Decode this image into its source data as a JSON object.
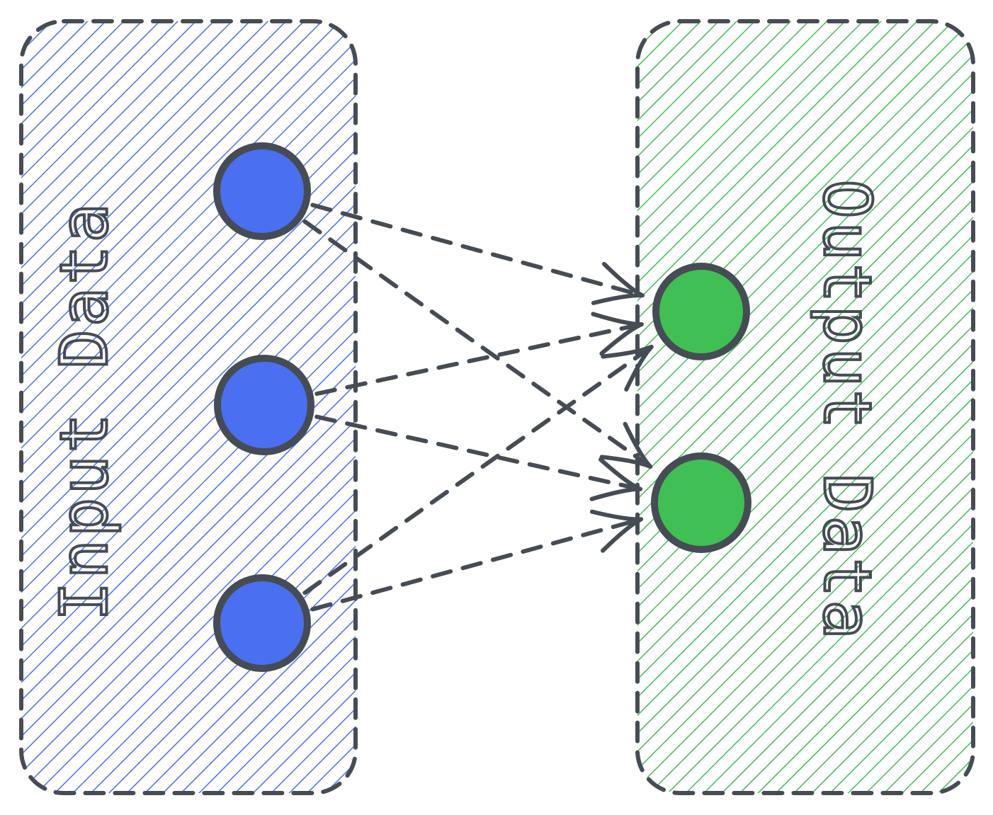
{
  "colors": {
    "input": "#4a6ff0",
    "output": "#40bf55",
    "stroke": "#464c54"
  },
  "input_box": {
    "label": "Input Data"
  },
  "output_box": {
    "label": "Output Data"
  },
  "input_nodes": [
    "in-1",
    "in-2",
    "in-3"
  ],
  "output_nodes": [
    "out-1",
    "out-2"
  ],
  "connections": [
    {
      "from": "in-1",
      "to": "out-1"
    },
    {
      "from": "in-1",
      "to": "out-2"
    },
    {
      "from": "in-2",
      "to": "out-1"
    },
    {
      "from": "in-2",
      "to": "out-2"
    },
    {
      "from": "in-3",
      "to": "out-1"
    },
    {
      "from": "in-3",
      "to": "out-2"
    }
  ]
}
